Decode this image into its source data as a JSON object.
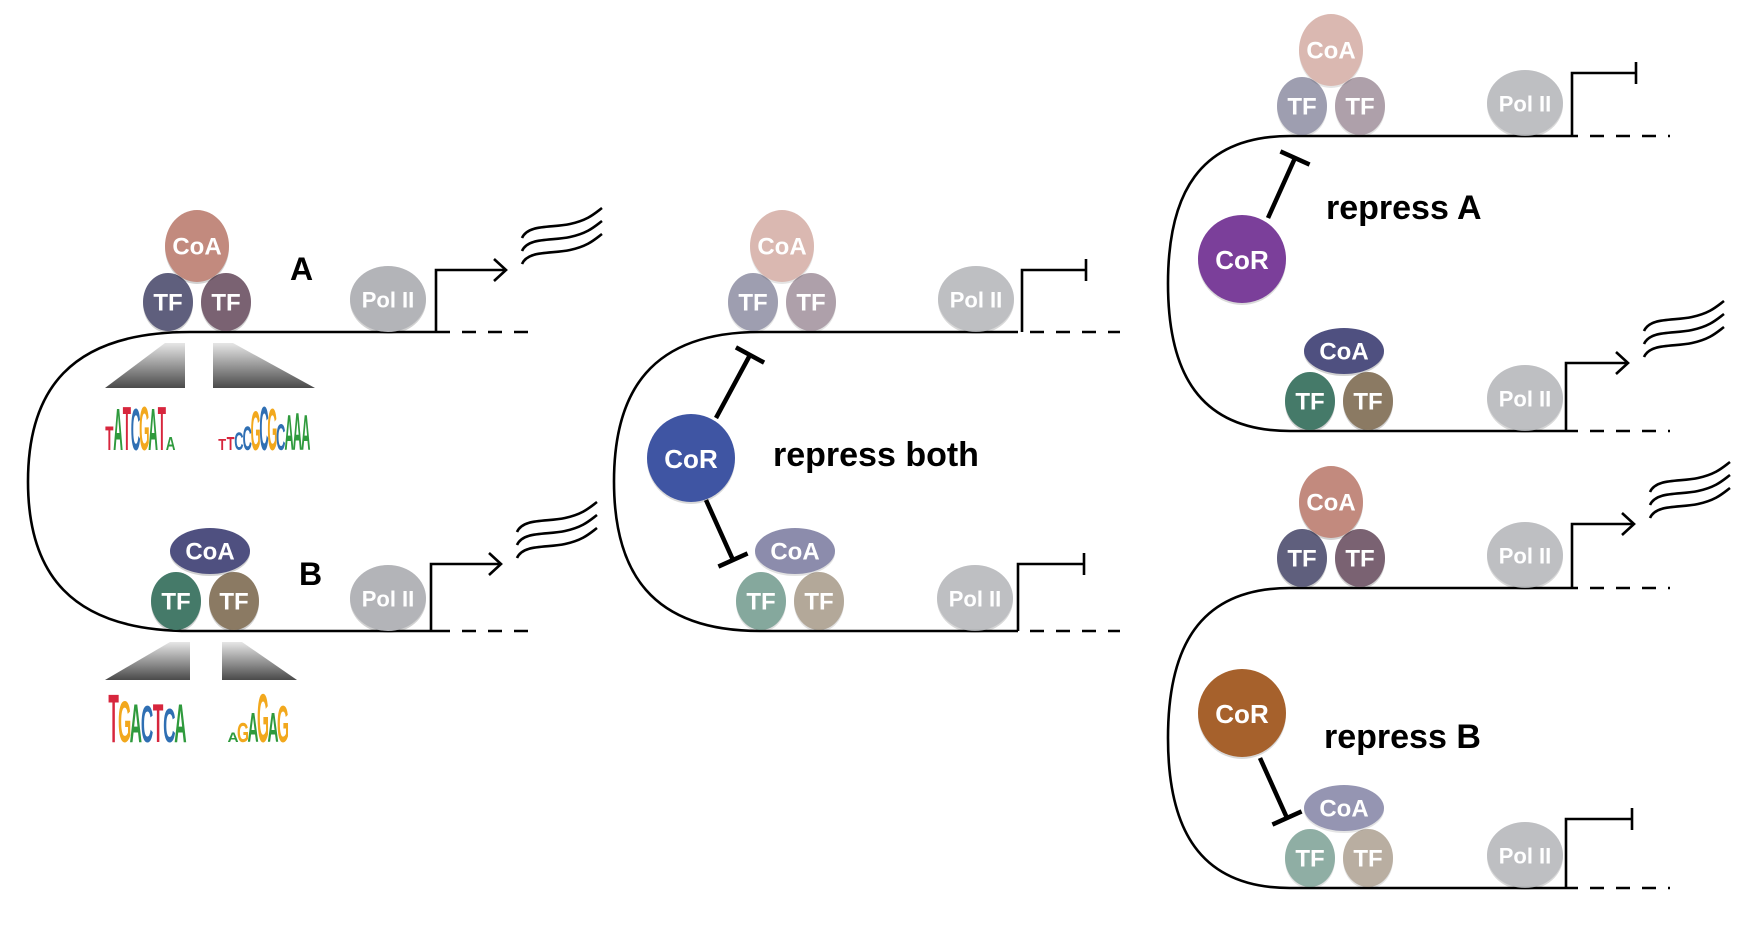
{
  "colors": {
    "coa_a": "#c28a7e",
    "tf_a1": "#5f5f7d",
    "tf_a2": "#7a6272",
    "coa_b": "#4f5080",
    "tf_b1": "#457a69",
    "tf_b2": "#8b7a63",
    "pol2": "#b3b4b8",
    "cor_both": "#3f55a3",
    "cor_a": "#7b3f9a",
    "cor_b": "#a6612c",
    "logo_a": "#2f9a3d",
    "logo_c": "#2f6fb3",
    "logo_g": "#f2a81d",
    "logo_t": "#d7263d"
  },
  "labels": {
    "coa": "CoA",
    "tf": "TF",
    "pol2": "Pol II",
    "cor": "CoR",
    "enhancer_a": "A",
    "enhancer_b": "B",
    "repress_both": "repress both",
    "repress_a": "repress A",
    "repress_b": "repress B"
  },
  "motifs": {
    "a_left": "TATCGATA",
    "a_right": "TTCCGCGCAAA",
    "b_left": "TGACTCA",
    "b_right": "AGAGAG"
  },
  "panels": [
    {
      "id": "baseline",
      "top_state": "active",
      "bottom_state": "active"
    },
    {
      "id": "repress-both",
      "top_state": "repressed",
      "bottom_state": "repressed"
    },
    {
      "id": "repress-a",
      "top_state": "repressed",
      "bottom_state": "active"
    },
    {
      "id": "repress-b",
      "top_state": "active",
      "bottom_state": "repressed"
    }
  ]
}
